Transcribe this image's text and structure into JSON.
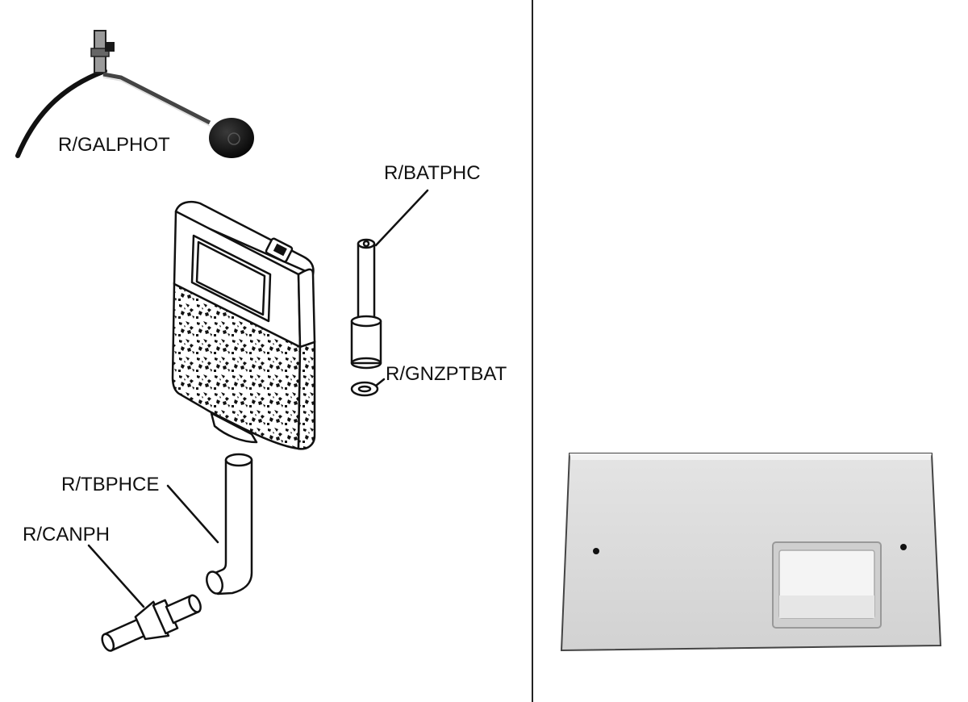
{
  "labels": {
    "float_valve": "R/GALPHOT",
    "push_rod": "R/BATPHC",
    "seal": "R/GNZPTBAT",
    "flush_pipe": "R/TBPHCE",
    "connector": "R/CANPH"
  },
  "colors": {
    "ink": "#111111",
    "panel": "#dcdcdc",
    "background": "#ffffff"
  }
}
